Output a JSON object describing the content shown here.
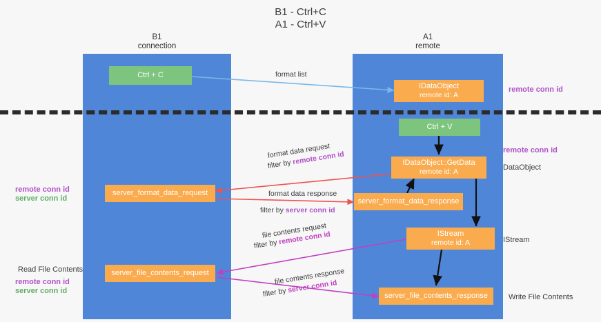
{
  "title": {
    "line1": "B1 - Ctrl+C",
    "line2": "A1 - Ctrl+V"
  },
  "columns": [
    {
      "id": "b1",
      "name": "B1",
      "sub": "connection"
    },
    {
      "id": "a1",
      "name": "A1",
      "sub": "remote"
    }
  ],
  "nodes": {
    "ctrl_c": {
      "l1": "Ctrl + C",
      "l2": ""
    },
    "idataobject_top": {
      "l1": "IDataObject",
      "l2": "remote id: A"
    },
    "ctrl_v": {
      "l1": "Ctrl + V",
      "l2": ""
    },
    "getdata": {
      "l1": "IDataObject::GetData",
      "l2": "remote id: A"
    },
    "server_format_data_request": {
      "l1": "server_format_data_request",
      "l2": ""
    },
    "server_format_data_response": {
      "l1": "server_format_data_response",
      "l2": ""
    },
    "istream": {
      "l1": "IStream",
      "l2": "remote id: A"
    },
    "server_file_contents_request": {
      "l1": "server_file_contents_request",
      "l2": ""
    },
    "server_file_contents_response": {
      "l1": "server_file_contents_response",
      "l2": ""
    }
  },
  "edge_labels": {
    "format_list": "format list",
    "format_data_request": "format data request",
    "format_data_request_filter_prefix": "filter by ",
    "format_data_request_filter_key": "remote conn id",
    "format_data_response": "format data response",
    "format_data_response_filter_prefix": "filter by ",
    "format_data_response_filter_key": "server conn id",
    "file_contents_request": "file contents request",
    "file_contents_request_filter_prefix": "filter by ",
    "file_contents_request_filter_key": "remote conn id",
    "file_contents_response": "file contents response",
    "file_contents_response_filter_prefix": "filter by ",
    "file_contents_response_filter_key": "server conn id"
  },
  "annotations": {
    "right_remote_conn_id_top": "remote conn id",
    "right_remote_conn_id_mid": "remote conn id",
    "right_dataobject": "DataObject",
    "right_istream": "IStream",
    "right_write_file_contents": "Write File Contents",
    "left_remote_conn_id_mid": "remote conn id",
    "left_server_conn_id_mid": "server conn id",
    "left_read_file_contents": "Read File Contents",
    "left_remote_conn_id_bottom": "remote conn id",
    "left_server_conn_id_bottom": "server conn id"
  },
  "colors": {
    "band": "#4f86d8",
    "orange": "#f9ab4e",
    "green": "#7dc47f",
    "purple": "#b052c8",
    "green_text": "#5fae62",
    "arrow_blue": "#79b8e8",
    "arrow_red": "#ef5350",
    "arrow_magenta": "#c040c0",
    "arrow_black": "#111111",
    "divider": "#2b2b2b"
  }
}
